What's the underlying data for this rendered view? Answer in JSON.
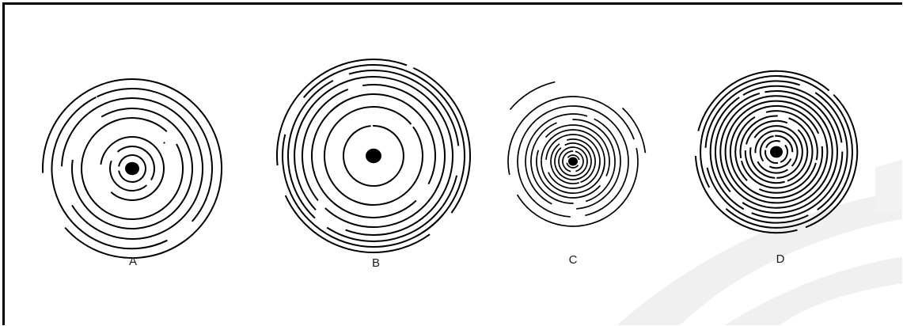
{
  "figure": {
    "labels": [
      "A",
      "B",
      "C",
      "D"
    ],
    "ring_color": "#000000",
    "watermark_color": "#efefef"
  }
}
